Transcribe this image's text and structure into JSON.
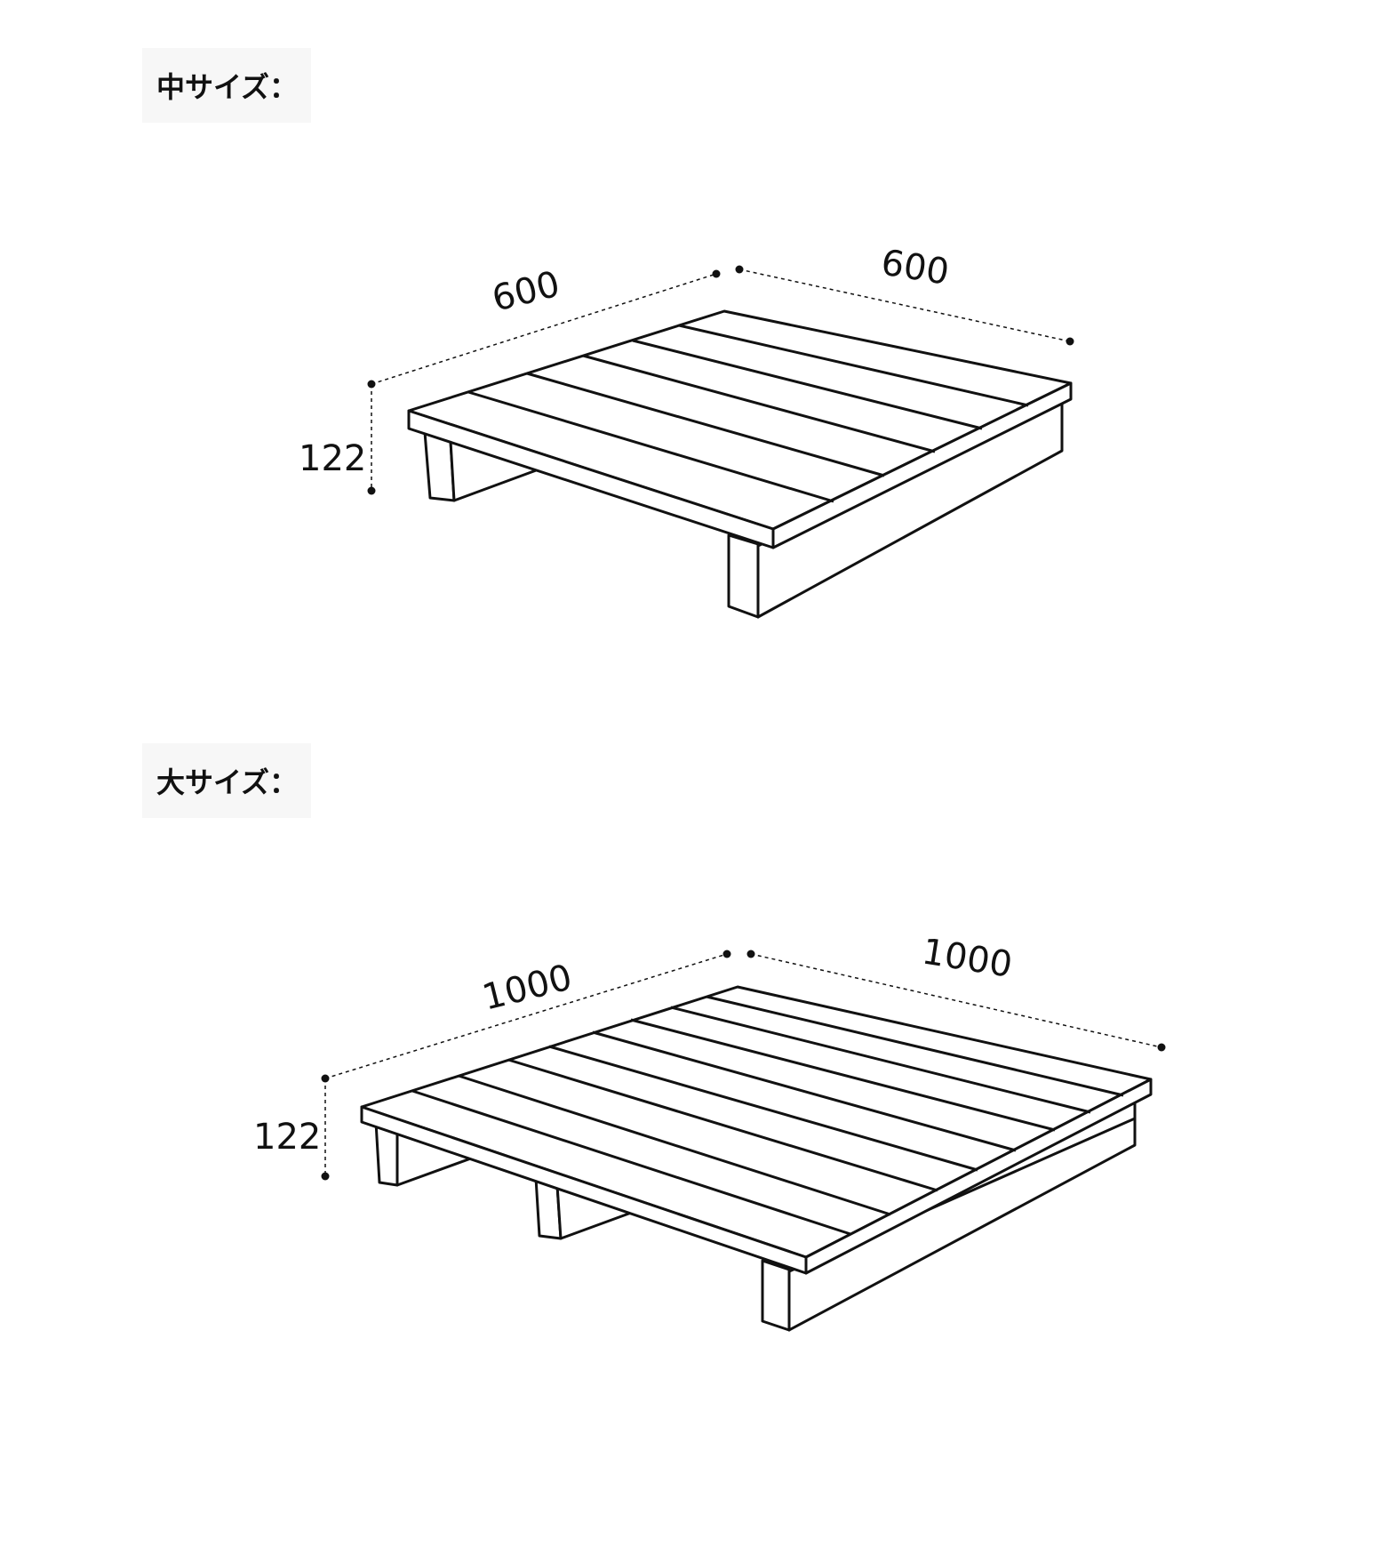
{
  "sections": {
    "medium": {
      "label": "中サイズ：",
      "width": "600",
      "depth": "600",
      "height": "122"
    },
    "large": {
      "label": "大サイズ：",
      "width": "1000",
      "depth": "1000",
      "height": "122"
    }
  }
}
